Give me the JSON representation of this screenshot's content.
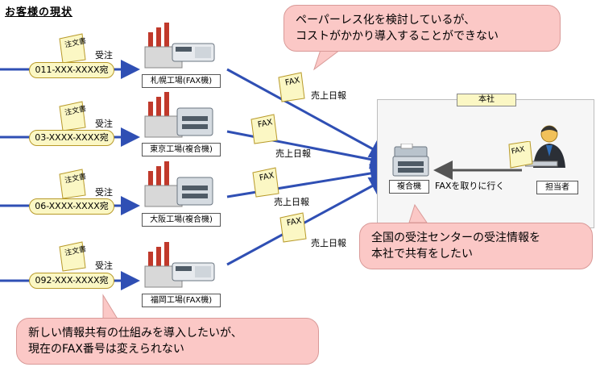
{
  "title": "お客様の現状",
  "order_label": "受注",
  "doc_label": "注文書",
  "fax_word": "FAX",
  "sales_report": "売上日報",
  "phones": [
    "011-XXX-XXXX宛",
    "03-XXXX-XXXX宛",
    "06-XXXX-XXXX宛",
    "092-XXX-XXXX宛"
  ],
  "sites": [
    "札幌工場(FAX機)",
    "東京工場(複合機)",
    "大阪工場(複合機)",
    "福岡工場(FAX機)"
  ],
  "hq": {
    "tag": "本社",
    "device": "複合機",
    "action": "FAXを取りに行く",
    "person": "担当者"
  },
  "bubbles": {
    "top": [
      "ペーパーレス化を検討しているが、",
      "コストがかかり導入することができない"
    ],
    "hq": [
      "全国の受注センターの受注情報を",
      "本社で共有をしたい"
    ],
    "bottom": [
      "新しい情報共有の仕組みを導入したいが、",
      "現在のFAX番号は変えられない"
    ]
  },
  "colors": {
    "arrow": "#2f4fb4",
    "note": "#fbf7c4",
    "bubble": "#fbc8c6"
  }
}
